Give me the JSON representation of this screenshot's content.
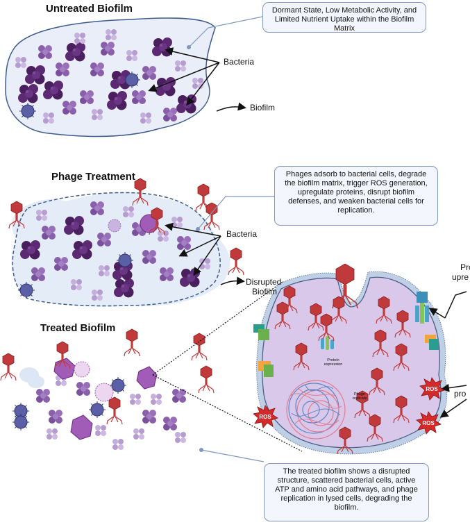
{
  "sections": {
    "untreated": {
      "title": "Untreated Biofilm",
      "note": "Dormant State, Low Metabolic Activity, and Limited Nutrient Uptake within the Biofilm Matrix",
      "bacteria_label": "Bacteria",
      "biofilm_label": "Biofilm"
    },
    "phage": {
      "title": "Phage Treatment",
      "note": "Phages adsorb to bacterial cells, degrade the biofilm matrix, trigger ROS generation, upregulate proteins, disrupt biofilm defenses, and weaken bacterial cells for replication.",
      "bacteria_label": "Bacteria",
      "disrupted_label_1": "Disrupted",
      "disrupted_label_2": "Biofilm"
    },
    "treated": {
      "title": "Treated Biofilm",
      "note": "The treated biofilm shows a disrupted structure, scattered bacterial cells, active ATP and amino acid pathways, and phage replication in lysed cells, degrading the biofilm."
    }
  },
  "zoom": {
    "protein_expression": "Protein expression",
    "phage_replicate": "Phage replicate",
    "ros": "ROS",
    "cut_label_1": "Pro",
    "cut_label_2": "upre",
    "cut_label_3": "pro"
  },
  "colors": {
    "biofilm_fill": "#e9eef8",
    "biofilm_stroke": "#3d5a8c",
    "cell_fill": "#d9c8ea",
    "phage_red": "#c0393b",
    "ros_red": "#d42a2a",
    "note_border": "#7f97bf",
    "bacteria_dark": "#4a1f5e",
    "bacteria_light": "#b79cd0"
  }
}
